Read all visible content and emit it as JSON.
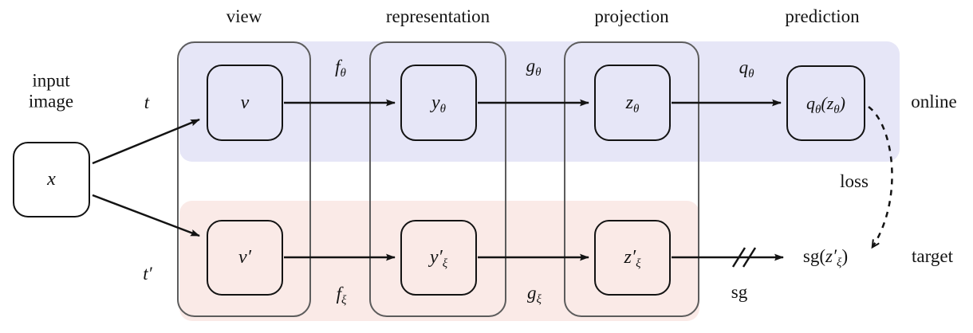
{
  "colors": {
    "online-band": "#e6e6f7",
    "target-band": "#faeae7",
    "group-border": "#5c5c5c",
    "line": "#131313",
    "text": "#131313"
  },
  "headers": {
    "view": "view",
    "representation": "representation",
    "projection": "projection",
    "prediction": "prediction"
  },
  "input": {
    "line1": "input",
    "line2": "image",
    "node": "x"
  },
  "transforms": {
    "top": "t",
    "bottom": "t′"
  },
  "online_row": {
    "view_node": "v",
    "rep_base": "y",
    "rep_sub": "θ",
    "proj_base": "z",
    "proj_sub": "θ",
    "pred_p1": "q",
    "pred_s1": "θ",
    "pred_p2": "(z",
    "pred_s2": "θ",
    "pred_p3": ")",
    "row_label": "online"
  },
  "target_row": {
    "view_node": "v′",
    "rep_base": "y′",
    "rep_sub": "ξ",
    "proj_base": "z′",
    "proj_sub": "ξ",
    "out_p1": "sg(",
    "out_base": "z′",
    "out_sub": "ξ",
    "out_p3": ")",
    "row_label": "target"
  },
  "edge_labels": {
    "f_theta_base": "f",
    "f_theta_sub": "θ",
    "g_theta_base": "g",
    "g_theta_sub": "θ",
    "q_theta_base": "q",
    "q_theta_sub": "θ",
    "f_xi_base": "f",
    "f_xi_sub": "ξ",
    "g_xi_base": "g",
    "g_xi_sub": "ξ",
    "sg": "sg"
  },
  "loss_label": "loss"
}
